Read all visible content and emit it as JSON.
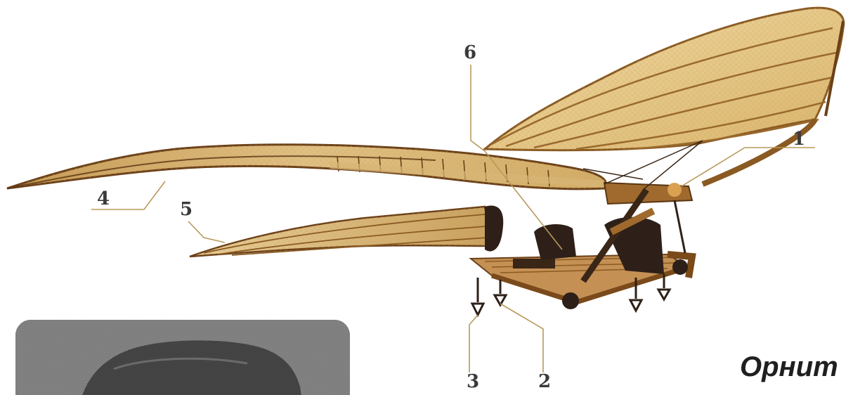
{
  "caption": "Орнит",
  "callouts": {
    "c1": "1",
    "c2": "2",
    "c3": "3",
    "c4": "4",
    "c5": "5",
    "c6": "6"
  },
  "colors": {
    "wing_membrane": "#e6c88a",
    "wing_frame": "#8a5a22",
    "wood": "#b07a3a",
    "dark_wood": "#2e2018",
    "leader_line": "#b89a5a",
    "callout_text": "#3a3a3a",
    "portrait_gray": "#7a7a7a"
  },
  "icons": {
    "illustration": "ornithopter-illustration",
    "portrait": "portrait-photo"
  }
}
